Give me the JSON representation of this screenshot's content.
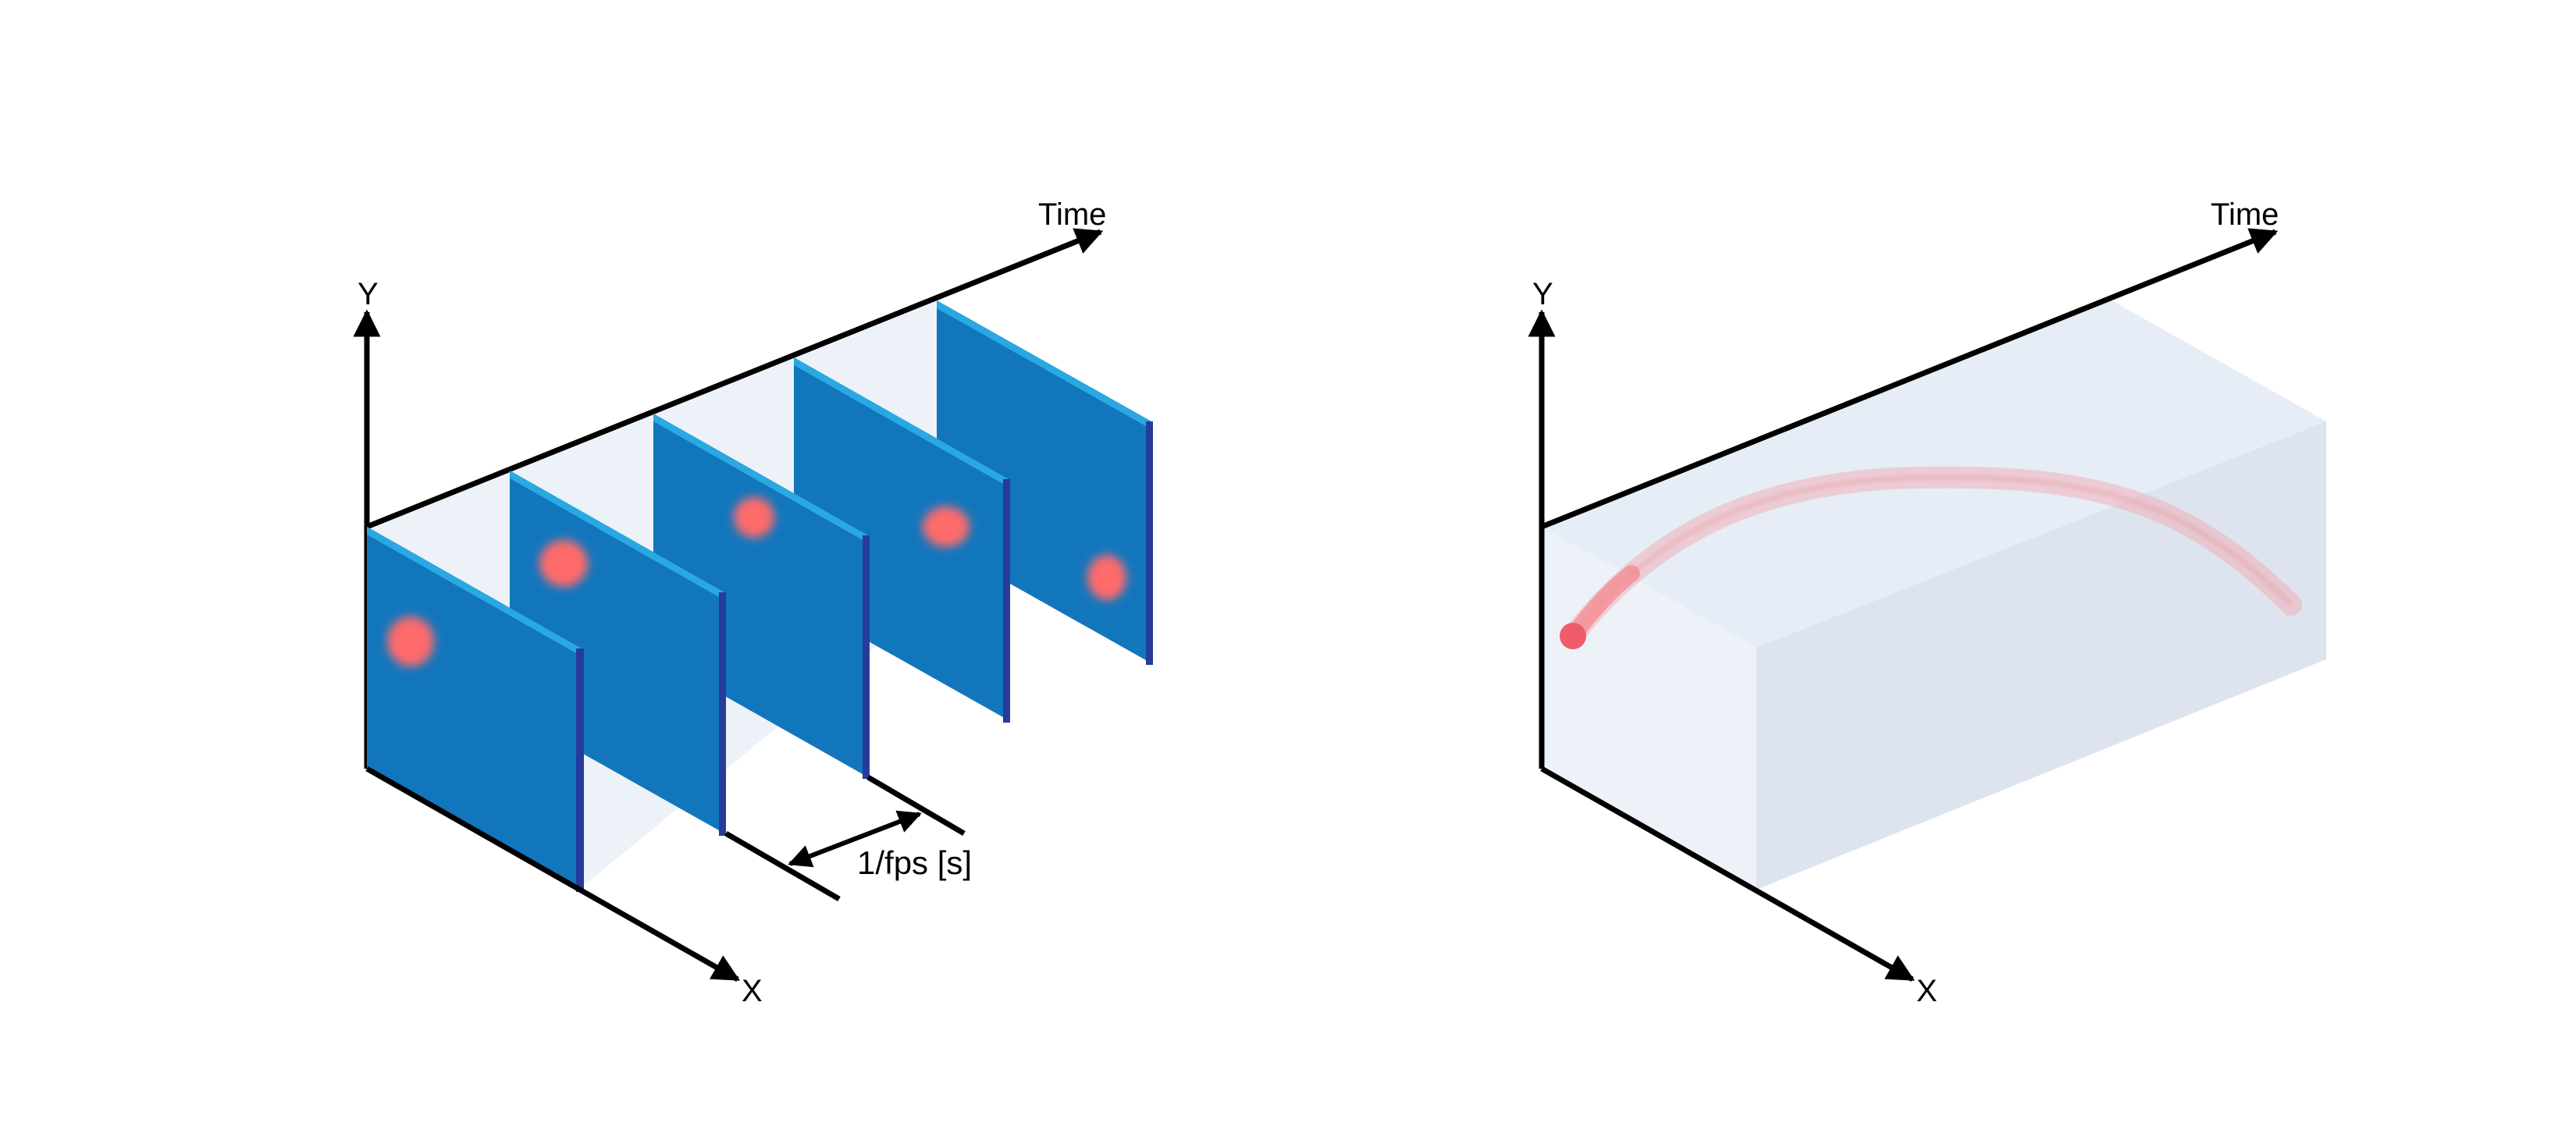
{
  "left_diagram": {
    "axis_y_label": "Y",
    "axis_x_label": "X",
    "axis_time_label": "Time",
    "interval_label": "1/fps [s]",
    "frame_count": 5
  },
  "right_diagram": {
    "axis_y_label": "Y",
    "axis_x_label": "X",
    "axis_time_label": "Time"
  },
  "colors": {
    "frame_face": "#1276bd",
    "frame_top_edge": "#29a8e2",
    "frame_side_edge": "#263b9a",
    "dot": "#ff6b6b",
    "volume_light": "#e8eef7",
    "volume_side": "#d5deec",
    "axis": "#000000"
  }
}
